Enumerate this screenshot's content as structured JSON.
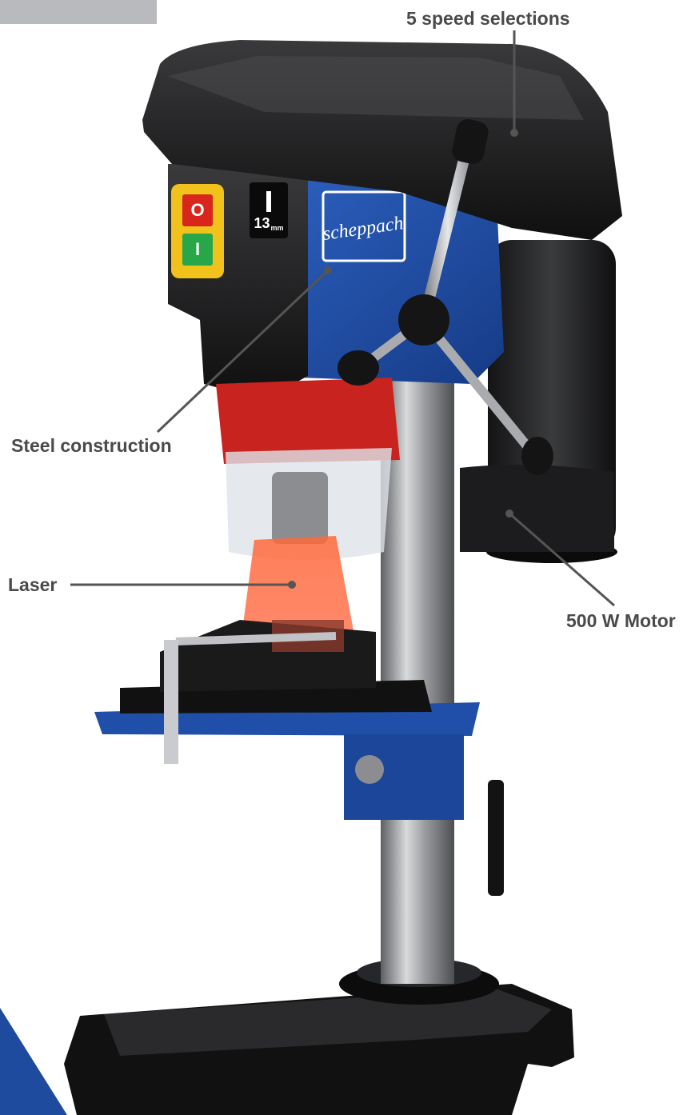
{
  "callouts": {
    "speed": "5 speed selections",
    "steel": "Steel construction",
    "laser": "Laser",
    "motor": "500 W Motor"
  },
  "product": {
    "brand": "scheppach",
    "chuck_size": "13",
    "chuck_unit": "mm",
    "switch_off_symbol": "O",
    "switch_on_symbol": "I"
  },
  "colors": {
    "brand_blue": "#1f4fa8",
    "housing_black": "#1b1b1c",
    "chuck_red": "#c8231f",
    "laser_orange": "#ff5a2a",
    "switch_yellow": "#f0c21b",
    "switch_red": "#d8261d",
    "switch_green": "#27a64a",
    "callout_text": "#4a4a4a"
  },
  "icons": [
    "stop-switch-icon",
    "start-switch-icon",
    "drill-bit-icon"
  ]
}
